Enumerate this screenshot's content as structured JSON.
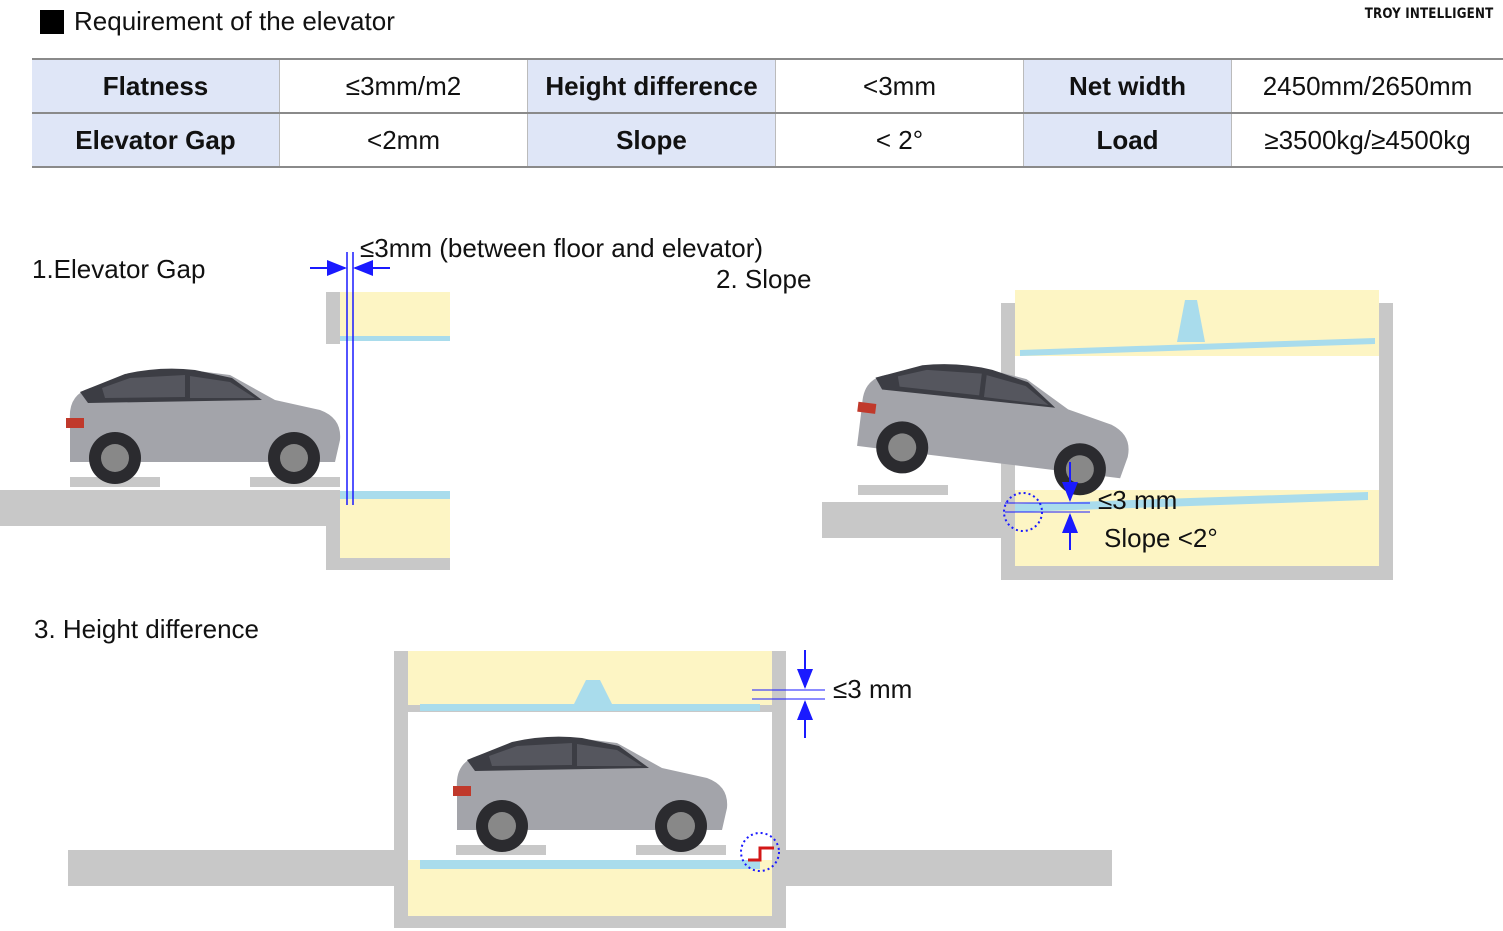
{
  "header": {
    "title": "Requirement of the elevator",
    "brand": "TROY INTELLIGENT"
  },
  "table": {
    "rows": [
      [
        {
          "k": "Flatness"
        },
        {
          "v": "≤3mm/m2"
        },
        {
          "k": "Height difference"
        },
        {
          "v": "<3mm"
        },
        {
          "k": "Net width"
        },
        {
          "v": "2450mm/2650mm"
        }
      ],
      [
        {
          "k": "Elevator Gap"
        },
        {
          "v": "<2mm"
        },
        {
          "k": "Slope"
        },
        {
          "v": "< 2°"
        },
        {
          "k": "Load"
        },
        {
          "v": "≥3500kg/≥4500kg"
        }
      ]
    ]
  },
  "diagrams": {
    "gap": {
      "title": "1.Elevator Gap",
      "note": "≤3mm (between floor and elevator)"
    },
    "slope": {
      "title": "2. Slope",
      "mm": "≤3 mm",
      "angle": "Slope <2°"
    },
    "height": {
      "title": "3. Height difference",
      "mm": "≤3 mm"
    }
  },
  "colors": {
    "shaft": "#fdf5c4",
    "platform": "#a9dcec",
    "floor": "#c8c8c8",
    "dim": "#1a1aff",
    "car": "#a3a4aa"
  }
}
